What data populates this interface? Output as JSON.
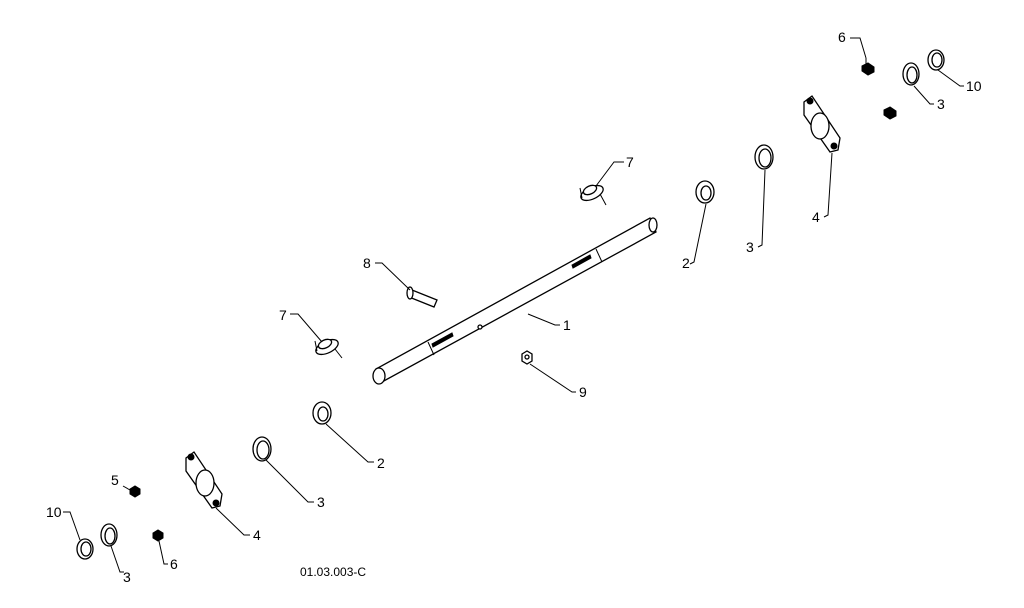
{
  "figure_code": "01.03.003-C",
  "callouts": {
    "c1": "1",
    "c2_left": "2",
    "c2_right": "2",
    "c3_right_small": "3",
    "c3_right": "3",
    "c3_left": "3",
    "c3_left_small": "3",
    "c4_right": "4",
    "c4_left": "4",
    "c5": "5",
    "c6_top": "6",
    "c6_bottom": "6",
    "c7_top": "7",
    "c7_left": "7",
    "c8": "8",
    "c9": "9",
    "c10_right": "10",
    "c10_left": "10"
  }
}
